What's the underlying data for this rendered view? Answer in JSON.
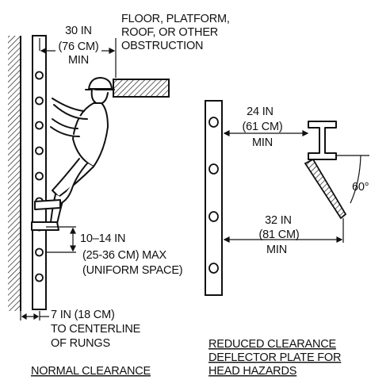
{
  "left": {
    "obstruction_lines": [
      "FLOOR, PLATFORM,",
      "ROOF, OR OTHER",
      "OBSTRUCTION"
    ],
    "clearance_lines": [
      "30 IN",
      "(76 CM)",
      "MIN"
    ],
    "rung_spacing_lines": [
      "10–14 IN",
      "(25-36 CM) MAX",
      "(UNIFORM SPACE)"
    ],
    "centerline_lines": [
      "7 IN (18 CM)",
      "TO CENTERLINE",
      "OF RUNGS"
    ],
    "caption": "NORMAL CLEARANCE"
  },
  "right": {
    "deflector_clearance_lines": [
      "24 IN",
      "(61 CM)",
      "MIN"
    ],
    "angle": "60°",
    "hazard_clearance_lines": [
      "32 IN",
      "(81 CM)",
      "MIN"
    ],
    "caption_lines": [
      "REDUCED CLEARANCE",
      "DEFLECTOR PLATE FOR",
      "HEAD HAZARDS"
    ]
  }
}
